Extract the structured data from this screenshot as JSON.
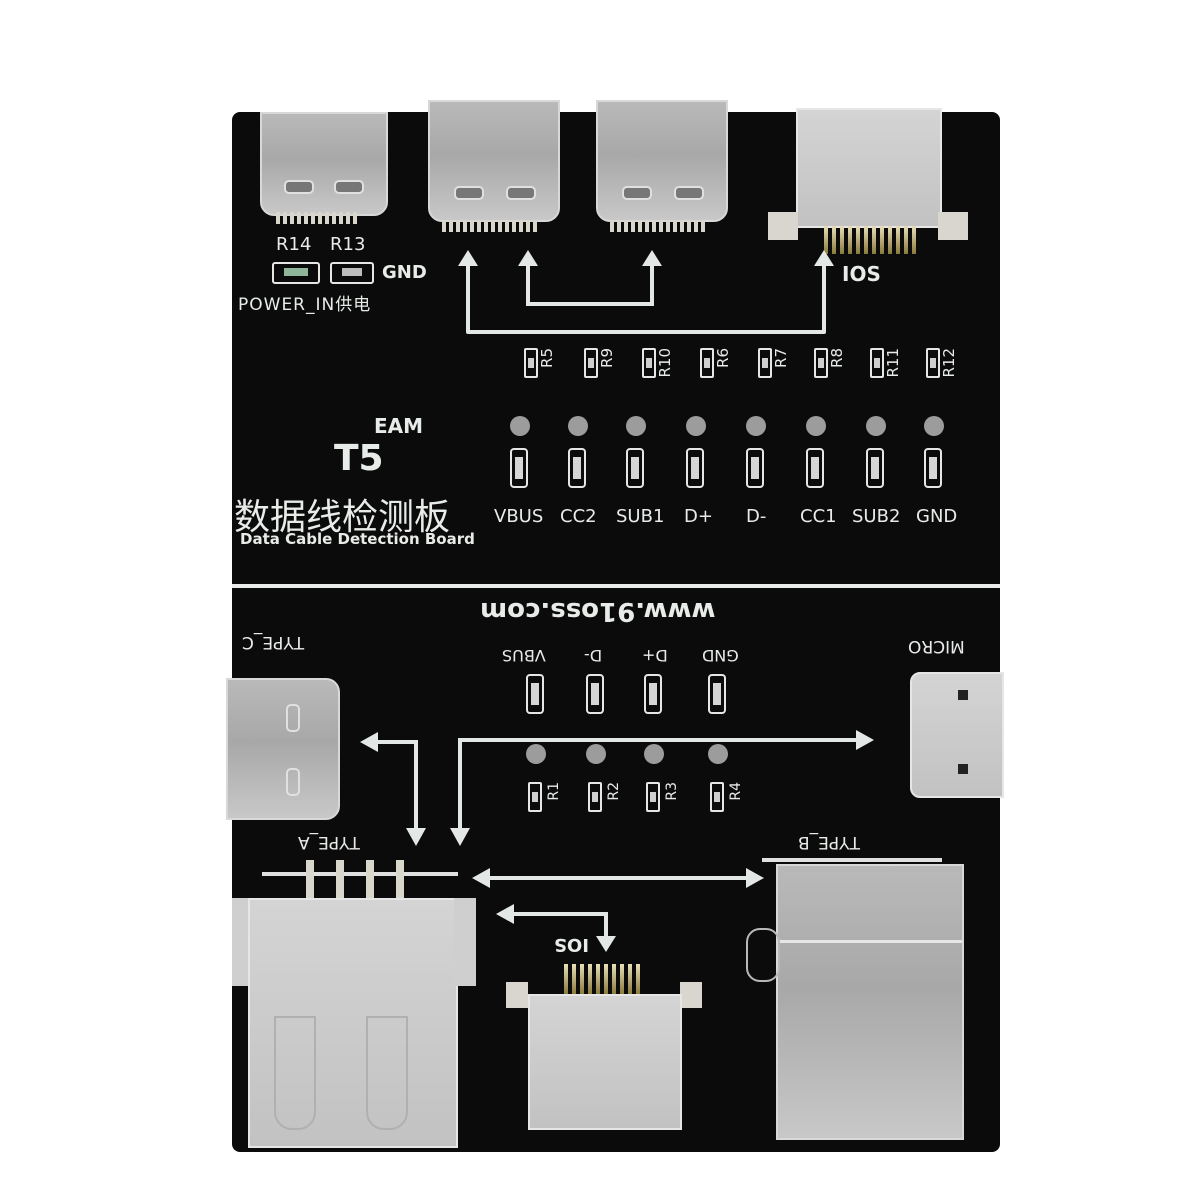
{
  "image": {
    "subject": "Data cable detection PCB board",
    "background_color": "#ffffff",
    "board_color": "#0b0b0b",
    "silkscreen_color": "#e8ece8"
  },
  "branding": {
    "brand": "EAM",
    "model": "T5",
    "title_cn": "数据线检测板",
    "title_en": "Data Cable Detection Board",
    "website": "www.91oss.com"
  },
  "power": {
    "resistor_labels": [
      "R14",
      "R13"
    ],
    "gnd_label": "GND",
    "power_in_label": "POWER_IN供电"
  },
  "top_ports": [
    {
      "type": "USB-C",
      "role": "power"
    },
    {
      "type": "USB-C"
    },
    {
      "type": "USB-C"
    },
    {
      "type": "Lightning",
      "label": "IOS"
    }
  ],
  "upper_tester": {
    "resistors": [
      "R5",
      "R9",
      "R10",
      "R6",
      "R7",
      "R8",
      "R11",
      "R12"
    ],
    "signals": [
      "VBUS",
      "CC2",
      "SUB1",
      "D+",
      "D-",
      "CC1",
      "SUB2",
      "GND"
    ]
  },
  "lower_tester": {
    "signals": [
      "VBUS",
      "D-",
      "D+",
      "GND"
    ],
    "resistors": [
      "R1",
      "R2",
      "R3",
      "R4"
    ]
  },
  "bottom_ports": {
    "type_c_label": "TYPE_C",
    "micro_label": "MICRO",
    "type_a_label": "TYPE_A",
    "type_b_label": "TYPE_B",
    "ios_label": "IOS"
  }
}
